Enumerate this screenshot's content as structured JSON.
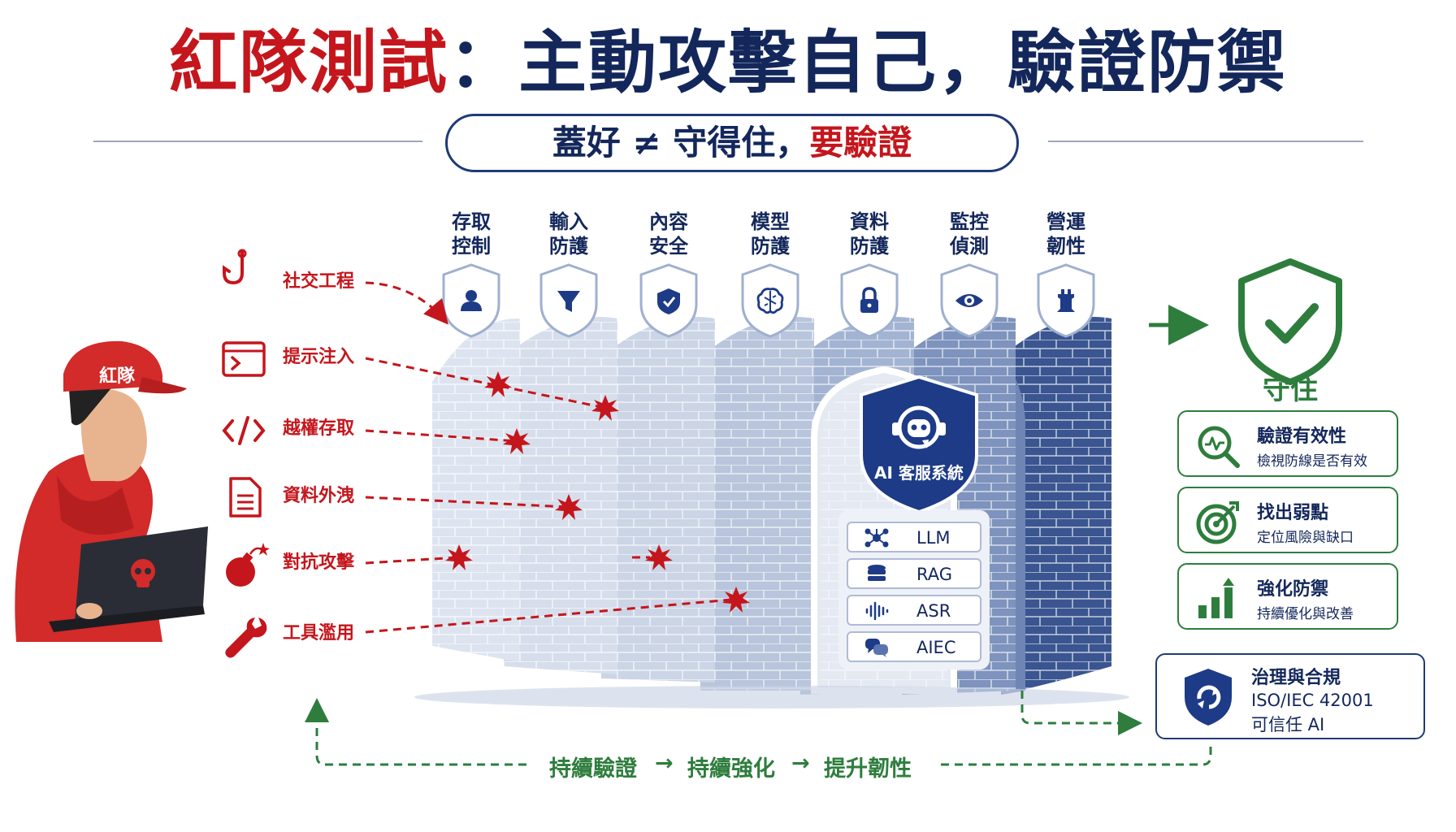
{
  "title": {
    "red": "紅隊測試",
    "rest": "：主動攻擊自己，驗證防禦"
  },
  "subtitle": {
    "dark": "蓋好 ≠ 守得住，",
    "red": "要驗證"
  },
  "layers": [
    {
      "line1": "存取",
      "line2": "控制",
      "icon": "user-icon"
    },
    {
      "line1": "輸入",
      "line2": "防護",
      "icon": "filter-icon"
    },
    {
      "line1": "內容",
      "line2": "安全",
      "icon": "shield-check-icon"
    },
    {
      "line1": "模型",
      "line2": "防護",
      "icon": "brain-icon"
    },
    {
      "line1": "資料",
      "line2": "防護",
      "icon": "lock-icon"
    },
    {
      "line1": "監控",
      "line2": "偵測",
      "icon": "eye-icon"
    },
    {
      "line1": "營運",
      "line2": "韌性",
      "icon": "tower-icon"
    }
  ],
  "attacker": {
    "cap": "紅隊"
  },
  "attacks": [
    {
      "label": "社交工程",
      "icon": "fishhook-icon"
    },
    {
      "label": "提示注入",
      "icon": "terminal-icon"
    },
    {
      "label": "越權存取",
      "icon": "code-icon"
    },
    {
      "label": "資料外洩",
      "icon": "document-icon"
    },
    {
      "label": "對抗攻擊",
      "icon": "bomb-icon"
    },
    {
      "label": "工具濫用",
      "icon": "wrench-icon"
    }
  ],
  "ai_system": {
    "title": "AI 客服系統",
    "icon": "headset-bot-icon",
    "components": [
      {
        "label": "LLM",
        "icon": "network-icon"
      },
      {
        "label": "RAG",
        "icon": "database-icon"
      },
      {
        "label": "ASR",
        "icon": "waveform-icon"
      },
      {
        "label": "AIEC",
        "icon": "chat-icon"
      }
    ]
  },
  "outcome": {
    "label": "守住",
    "icon": "shield-check-icon"
  },
  "benefits": [
    {
      "title": "驗證有效性",
      "sub": "檢視防線是否有效",
      "icon": "magnifier-pulse-icon"
    },
    {
      "title": "找出弱點",
      "sub": "定位風險與缺口",
      "icon": "target-icon"
    },
    {
      "title": "強化防禦",
      "sub": "持續優化與改善",
      "icon": "growth-chart-icon"
    }
  ],
  "governance": {
    "title": "治理與合規",
    "line1": "ISO/IEC 42001",
    "line2": "可信任 AI",
    "icon": "shield-refresh-icon"
  },
  "cycle": {
    "step1": "持續驗證",
    "step2": "持續強化",
    "step3": "提升韌性",
    "arrow": "→"
  },
  "colors": {
    "red": "#c4161c",
    "navy": "#13275b",
    "green": "#2e7d3d",
    "wall_light": "#d9e1ee",
    "wall_dark": "#3a5590"
  }
}
